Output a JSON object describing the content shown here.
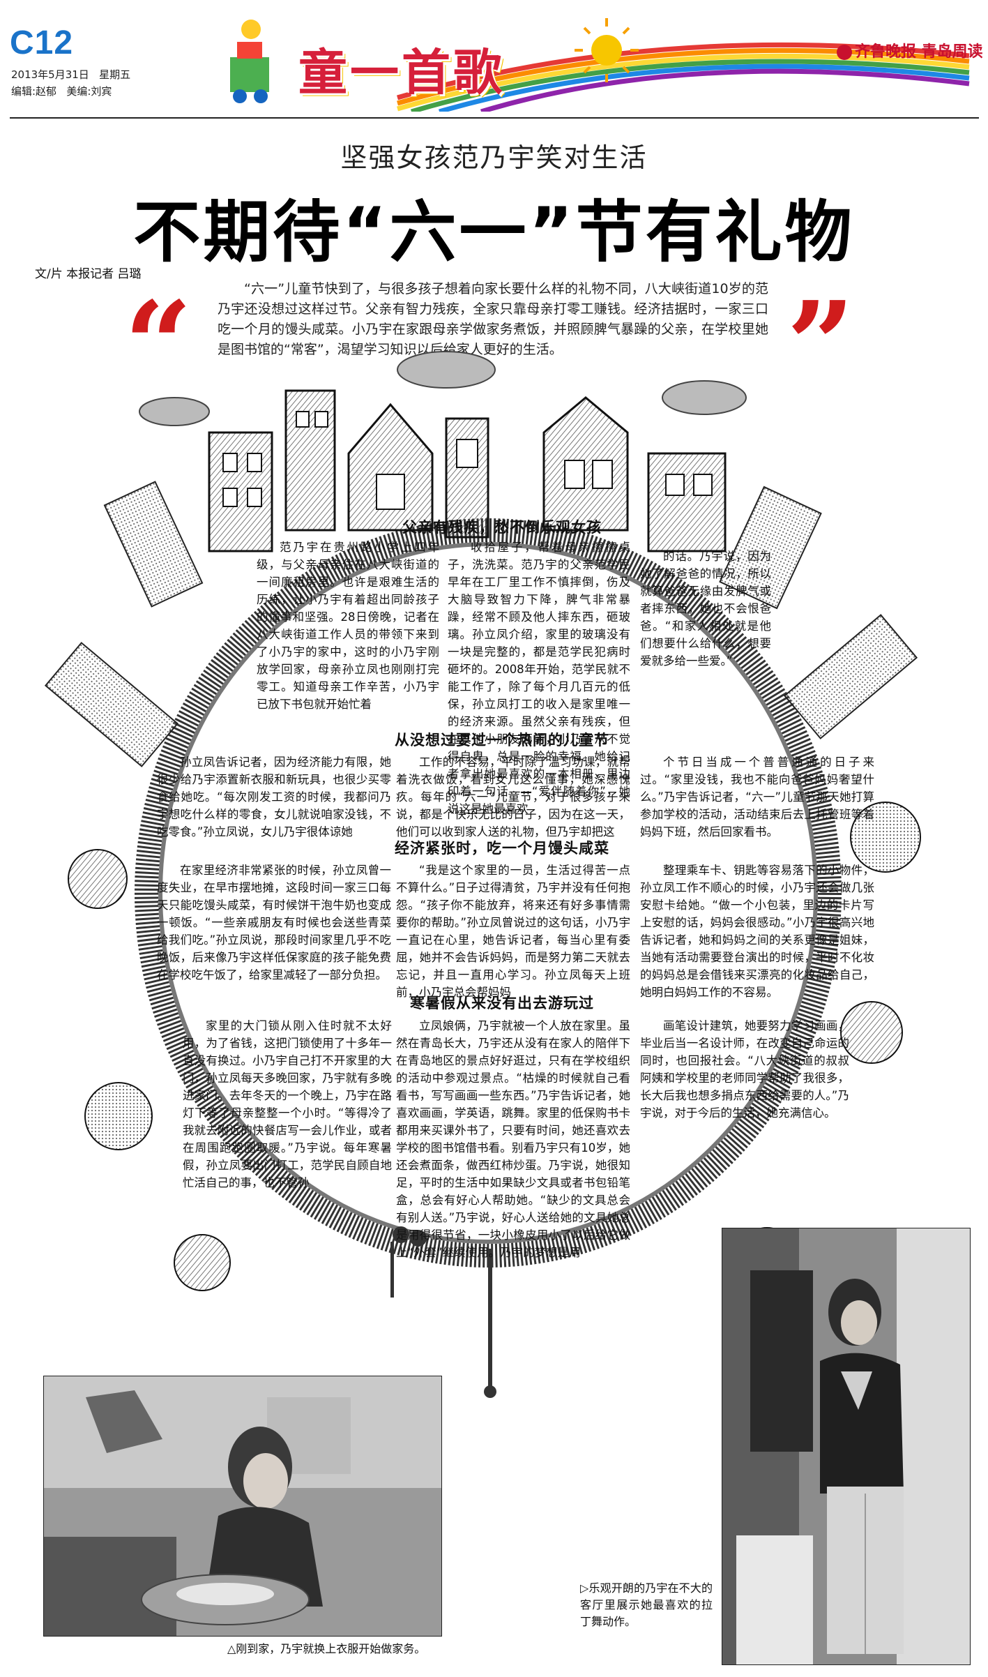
{
  "header": {
    "page_number": "C12",
    "date": "2013年5月31日",
    "weekday": "星期五",
    "editor": "编辑:赵郁",
    "designer": "美编:刘宾",
    "column_title": "童一首歌",
    "brand": "齐鲁晚报 青岛周读"
  },
  "article": {
    "subheadline": "坚强女孩范乃宇笑对生活",
    "headline": "不期待“六一”节有礼物",
    "byline": "文/片  本报记者  吕璐",
    "open_quote": "“",
    "close_quote": "”",
    "lead": "“六一”儿童节快到了，与很多孩子想着向家长要什么样的礼物不同，八大峡街道10岁的范乃宇还没想过这样过节。父亲有智力残疾，全家只靠母亲打零工赚钱。经济拮据时，一家三口吃一个月的馒头咸菜。小乃宇在家跟母亲学做家务煮饭，并照顾脾气暴躁的父亲，在学校里她是图书馆的“常客”，渴望学习知识以后给家人更好的生活。",
    "sections": [
      {
        "heading": "父亲有残疾，愁不倒乐观女孩",
        "col1": "范乃宇在贵州路小学上四年级，与父亲母亲住在八大峡街道的一间廉租房里。也许是艰难生活的历练，让小乃宇有着超出同龄孩子的懂事和坚强。28日傍晚，记者在八大峡街道工作人员的带领下来到了小乃宇的家中，这时的小乃宇刚放学回家，母亲孙立凤也刚刚打完零工。知道母亲工作辛苦，小乃宇已放下书包就开始忙着",
        "col2": "收拾屋子，帮着母亲擦擦桌子，洗洗菜。范乃宇的父亲范学民早年在工厂里工作不慎摔倒，伤及大脑导致智力下降，脾气非常暴躁，经常不顾及他人摔东西，砸玻璃。孙立凤介绍，家里的玻璃没有一块是完整的，都是范学民犯病时砸坏的。2008年开始，范学民就不能工作了，除了每个月几百元的低保，孙立凤打工的收入是家里唯一的经济来源。虽然父亲有残疾，但在其他小朋友面前，小乃宇从不觉得自卑，总是一脸的幸福。她给记者拿出她最喜欢的一本相册，里边印着一句话——“爱伴随着你”，她说这是她最喜欢",
        "col3": "的话。乃宇说，因为她了解爸爸的情况，所以就算爸爸无缘由发脾气或者摔东西，她也不会恨爸爸。“和家人相处就是他们想要什么给什么，想要爱就多给一些爱。”"
      },
      {
        "heading": "从没想过要过一个热闹的儿童节",
        "col1": "孙立凤告诉记者，因为经济能力有限，她很少给乃宇添置新衣服和新玩具，也很少买零食给她吃。“每次刚发工资的时候，我都问乃宇想吃什么样的零食，女儿就说咱家没钱，不吃零食。”孙立凤说，女儿乃宇很体谅她",
        "col2": "工作的不容易，平时除了温习功课，就帮着洗衣做饭，看到女儿这么懂事，她深感愧疚。每年的“六一”儿童节，对于很多孩子来说，都是个快乐无比的日子，因为在这一天，他们可以收到家人送的礼物，但乃宇却把这",
        "col3": "个节日当成一个普普通通的日子来过。“家里没钱，我也不能向爸爸妈妈奢望什么。”乃宇告诉记者，“六一”儿童节那天她打算参加学校的活动，活动结束后去上托管班等着妈妈下班，然后回家看书。"
      },
      {
        "heading": "经济紧张时，吃一个月馒头咸菜",
        "col1": "在家里经济非常紧张的时候，孙立凤曾一度失业，在早市摆地摊，这段时间一家三口每天只能吃馒头咸菜，有时候饼干泡牛奶也变成一顿饭。“一些亲戚朋友有时候也会送些青菜给我们吃。”孙立凤说，那段时间家里几乎不吃晚饭，后来像乃宇这样低保家庭的孩子能免费在学校吃午饭了，给家里减轻了一部分负担。",
        "col2": "“我是这个家里的一员，生活过得苦一点不算什么。”日子过得清贫，乃宇并没有任何抱怨。“孩子你不能放弃，将来还有好多事情需要你的帮助。”孙立凤曾说过的这句话，小乃宇一直记在心里，她告诉记者，每当心里有委屈，她并不会告诉妈妈，而是努力第二天就去忘记，并且一直用心学习。孙立凤每天上班前，小乃宇总会帮妈妈",
        "col3": "整理乘车卡、钥匙等容易落下的小物件，孙立凤工作不顺心的时候，小乃宇还会做几张安慰卡给她。“做一个小包装，里边的卡片写上安慰的话，妈妈会很感动。”小乃宇很高兴地告诉记者，她和妈妈之间的关系更像是姐妹，当她有活动需要登台演出的时候，平时不化妆的妈妈总是会借钱来买漂亮的化妆品给自己，她明白妈妈工作的不容易。"
      },
      {
        "heading": "寒暑假从来没有出去游玩过",
        "col1": "家里的大门锁从刚入住时就不太好用，为了省钱，这把门锁使用了十多年一直没有换过。小乃宇自己打不开家里的大门，孙立凤每天多晚回家，乃宇就有多晚进家门。去年冬天的一个晚上，乃宇在路灯下等了母亲整整一个小时。“等得冷了我就去附近的快餐店写一会儿作业，或者在周围跑跑圈取暖。”乃宇说。每年寒暑假，孙立凤要出门打工，范学民自顾自地忙活自己的事，也不管孙",
        "col2": "立凤娘俩，乃宇就被一个人放在家里。虽然在青岛长大，乃宇还从没有在家人的陪伴下在青岛地区的景点好好逛过，只有在学校组织的活动中参观过景点。“枯燥的时候就自己看看书，写写画画一些东西。”乃宇告诉记者，她喜欢画画，学英语，跳舞。家里的低保购书卡都用来买课外书了，只要有时间，她还喜欢去学校的图书馆借书看。别看乃宇只有10岁，她还会煮面条，做西红柿炒蛋。乃宇说，她很知足，平时的生活中如果缺少文具或者书包铅笔盒，总会有好心人帮助她。“缺少的文具总会有别人送。”乃宇说，好心人送给她的文具她总是用得很节省，一块小橡皮用小了以后给它做上“外套”继续使用。乃宇的梦想是用",
        "col3": "画笔设计建筑，她要努力学习画画，毕业后当一名设计师，在改变自己命运的同时，也回报社会。“八大峡街道的叔叔阿姨和学校里的老师同学帮助了我很多，长大后我也想多捐点东西给需要的人。”乃宇说，对于今后的生活，她充满信心。"
      }
    ],
    "photo_left_caption": "△刚到家，乃宇就换上衣服开始做家务。",
    "photo_right_caption": "▷乐观开朗的乃宇在不大的客厅里展示她最喜欢的拉丁舞动作。"
  }
}
